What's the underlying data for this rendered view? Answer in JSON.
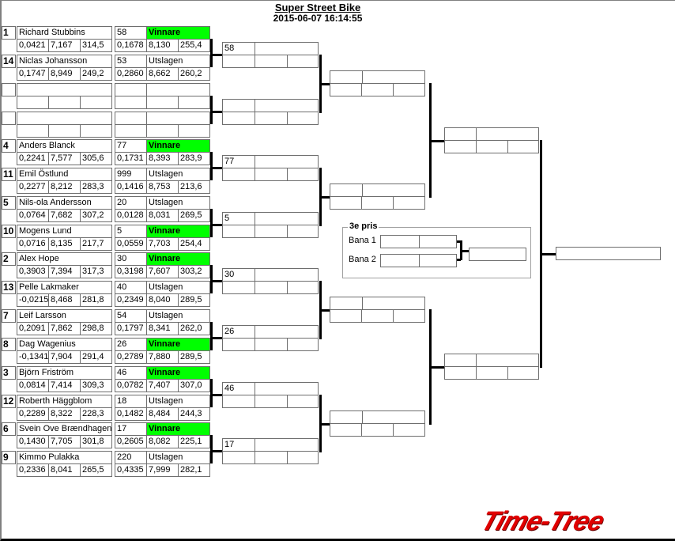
{
  "header": {
    "title": "Super Street Bike",
    "date": "2015-06-07 16:14:55"
  },
  "colors": {
    "winner": "#00ff00"
  },
  "matches": [
    {
      "racers": [
        {
          "seed": "1",
          "name": "Richard Stubbins",
          "rt": "0,0421",
          "et": "7,167",
          "speed": "314,5",
          "number": "58",
          "status": "Vinnare",
          "rt2": "0,1678",
          "et2": "8,130",
          "speed2": "255,4",
          "win": true
        },
        {
          "seed": "14",
          "name": "Niclas Johansson",
          "rt": "0,1747",
          "et": "8,949",
          "speed": "249,2",
          "number": "53",
          "status": "Utslagen",
          "rt2": "0,2860",
          "et2": "8,662",
          "speed2": "260,2",
          "win": false
        }
      ],
      "advance": "58"
    },
    {
      "racers": [
        {
          "seed": "",
          "name": "",
          "rt": "",
          "et": "",
          "speed": "",
          "number": "",
          "status": "",
          "rt2": "",
          "et2": "",
          "speed2": "",
          "win": false
        },
        {
          "seed": "",
          "name": "",
          "rt": "",
          "et": "",
          "speed": "",
          "number": "",
          "status": "",
          "rt2": "",
          "et2": "",
          "speed2": "",
          "win": false
        }
      ],
      "advance": ""
    },
    {
      "racers": [
        {
          "seed": "4",
          "name": "Anders Blanck",
          "rt": "0,2241",
          "et": "7,577",
          "speed": "305,6",
          "number": "77",
          "status": "Vinnare",
          "rt2": "0,1731",
          "et2": "8,393",
          "speed2": "283,9",
          "win": true
        },
        {
          "seed": "11",
          "name": "Emil Östlund",
          "rt": "0,2277",
          "et": "8,212",
          "speed": "283,3",
          "number": "999",
          "status": "Utslagen",
          "rt2": "0,1416",
          "et2": "8,753",
          "speed2": "213,6",
          "win": false
        }
      ],
      "advance": "77"
    },
    {
      "racers": [
        {
          "seed": "5",
          "name": "Nils-ola Andersson",
          "rt": "0,0764",
          "et": "7,682",
          "speed": "307,2",
          "number": "20",
          "status": "Utslagen",
          "rt2": "0,0128",
          "et2": "8,031",
          "speed2": "269,5",
          "win": false
        },
        {
          "seed": "10",
          "name": "Mogens Lund",
          "rt": "0,0716",
          "et": "8,135",
          "speed": "217,7",
          "number": "5",
          "status": "Vinnare",
          "rt2": "0,0559",
          "et2": "7,703",
          "speed2": "254,4",
          "win": true
        }
      ],
      "advance": "5"
    },
    {
      "racers": [
        {
          "seed": "2",
          "name": "Alex Hope",
          "rt": "0,3903",
          "et": "7,394",
          "speed": "317,3",
          "number": "30",
          "status": "Vinnare",
          "rt2": "0,3198",
          "et2": "7,607",
          "speed2": "303,2",
          "win": true
        },
        {
          "seed": "13",
          "name": "Pelle Lakmaker",
          "rt": "-0,0215",
          "et": "8,468",
          "speed": "281,8",
          "number": "40",
          "status": "Utslagen",
          "rt2": "0,2349",
          "et2": "8,040",
          "speed2": "289,5",
          "win": false
        }
      ],
      "advance": "30"
    },
    {
      "racers": [
        {
          "seed": "7",
          "name": "Leif Larsson",
          "rt": "0,2091",
          "et": "7,862",
          "speed": "298,8",
          "number": "54",
          "status": "Utslagen",
          "rt2": "0,1797",
          "et2": "8,341",
          "speed2": "262,0",
          "win": false
        },
        {
          "seed": "8",
          "name": "Dag Wagenius",
          "rt": "-0,1341",
          "et": "7,904",
          "speed": "291,4",
          "number": "26",
          "status": "Vinnare",
          "rt2": "0,2789",
          "et2": "7,880",
          "speed2": "289,5",
          "win": true
        }
      ],
      "advance": "26"
    },
    {
      "racers": [
        {
          "seed": "3",
          "name": "Björn Friström",
          "rt": "0,0814",
          "et": "7,414",
          "speed": "309,3",
          "number": "46",
          "status": "Vinnare",
          "rt2": "0,0782",
          "et2": "7,407",
          "speed2": "307,0",
          "win": true
        },
        {
          "seed": "12",
          "name": "Roberth Häggblom",
          "rt": "0,2289",
          "et": "8,322",
          "speed": "228,3",
          "number": "18",
          "status": "Utslagen",
          "rt2": "0,1482",
          "et2": "8,484",
          "speed2": "244,3",
          "win": false
        }
      ],
      "advance": "46"
    },
    {
      "racers": [
        {
          "seed": "6",
          "name": "Svein Ove Brændhagen",
          "rt": "0,1430",
          "et": "7,705",
          "speed": "301,8",
          "number": "17",
          "status": "Vinnare",
          "rt2": "0,2605",
          "et2": "8,082",
          "speed2": "225,1",
          "win": true
        },
        {
          "seed": "9",
          "name": "Kimmo Pulakka",
          "rt": "0,2336",
          "et": "8,041",
          "speed": "265,5",
          "number": "220",
          "status": "Utslagen",
          "rt2": "0,4335",
          "et2": "7,999",
          "speed2": "282,1",
          "win": false
        }
      ],
      "advance": "17"
    }
  ],
  "third_place": {
    "title": "3e pris",
    "lane1": "Bana 1",
    "lane2": "Bana 2"
  },
  "logo": {
    "text": "Time-Tree"
  }
}
